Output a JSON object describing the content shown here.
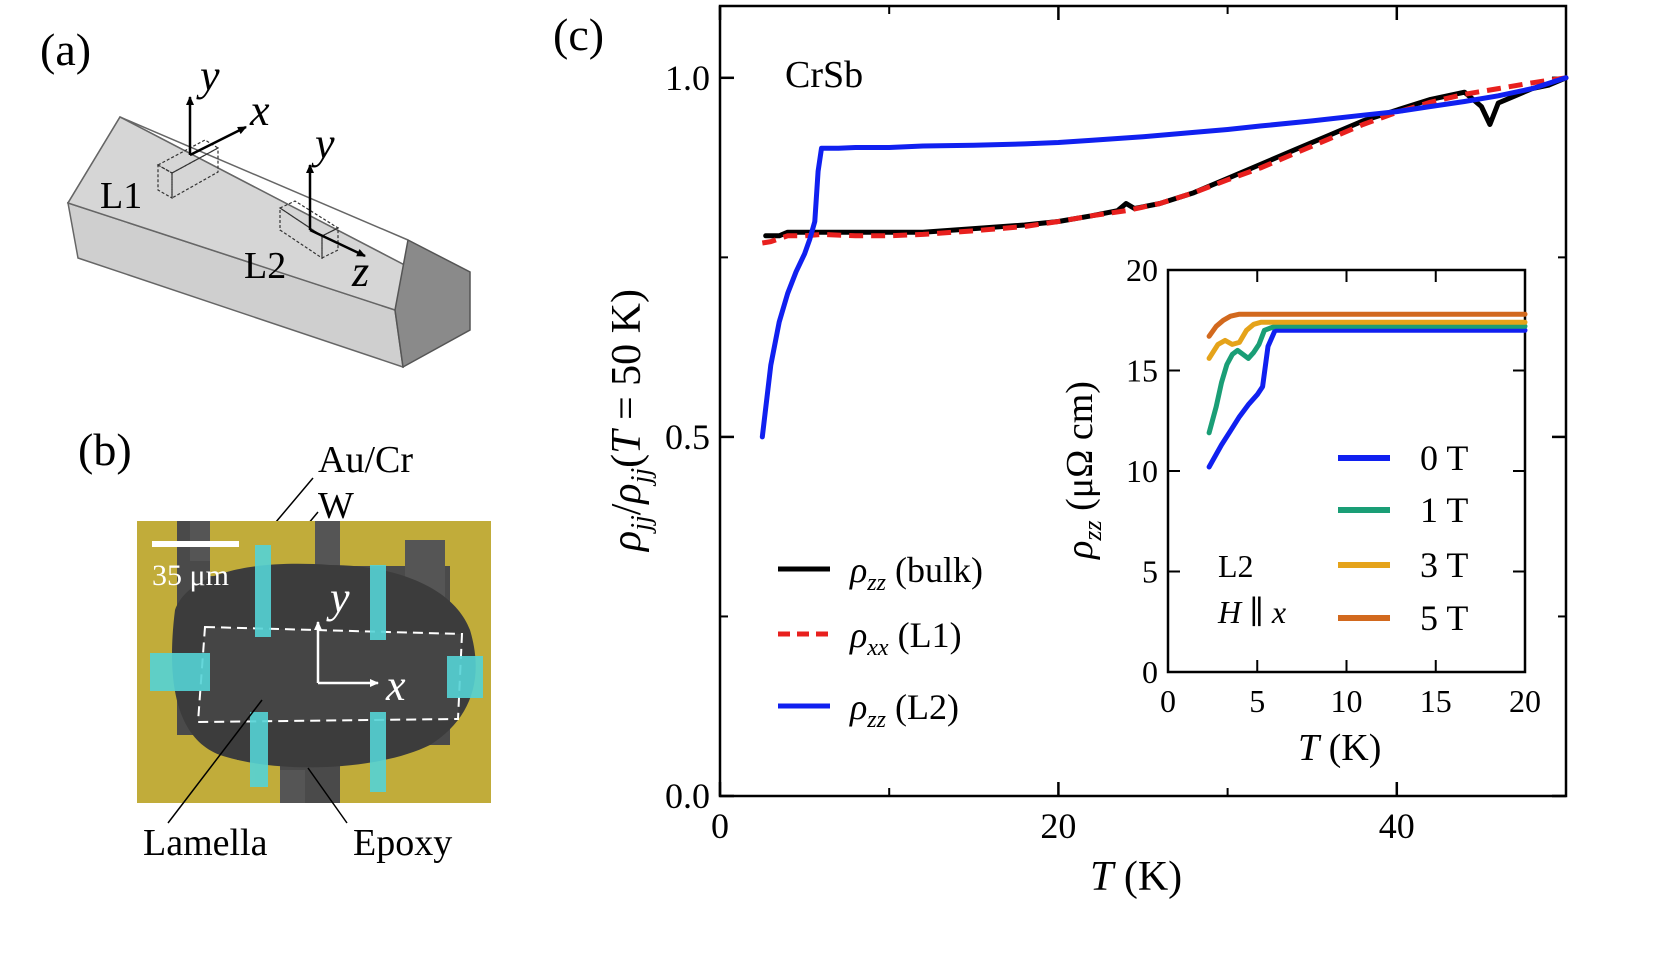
{
  "panels": {
    "a": {
      "label": "(a)",
      "axis_labels": {
        "x": "x",
        "y": "y",
        "z": "z"
      },
      "sample_labels": [
        "L1",
        "L2"
      ]
    },
    "b": {
      "label": "(b)",
      "annotations": [
        "Au/Cr",
        "W",
        "Lamella",
        "Epoxy"
      ],
      "scale_bar": "35 μm",
      "axis_labels": {
        "x": "x",
        "y": "y"
      },
      "colors": {
        "gold": "#c8b23a",
        "tungsten": "#55d3d6",
        "background": "#4a4a4a"
      }
    },
    "c": {
      "label": "(c)",
      "material": "CrSb"
    }
  },
  "chart_data": [
    {
      "type": "line",
      "title": "CrSb",
      "xlabel": "T (K)",
      "ylabel": "ρjj/ρjj(T = 50 K)",
      "xlim": [
        0,
        50
      ],
      "ylim": [
        0,
        1.1
      ],
      "x_ticks": [
        "0",
        "20",
        "40"
      ],
      "y_ticks": [
        "0.0",
        "0.5",
        "1.0"
      ],
      "legend_position": "bottom-left",
      "series": [
        {
          "name": "ρzz (bulk)",
          "color": "#000000",
          "style": "solid",
          "x": [
            2.7,
            3.5,
            4,
            5,
            6,
            8,
            10,
            12,
            15,
            18,
            20,
            22,
            23.5,
            24,
            24.5,
            26,
            28,
            30,
            32,
            34,
            36,
            38,
            40,
            42,
            43,
            44,
            45,
            45.5,
            46,
            47,
            48,
            49,
            50
          ],
          "y": [
            0.78,
            0.78,
            0.785,
            0.785,
            0.785,
            0.785,
            0.785,
            0.785,
            0.79,
            0.795,
            0.8,
            0.808,
            0.815,
            0.825,
            0.818,
            0.825,
            0.84,
            0.86,
            0.88,
            0.9,
            0.92,
            0.94,
            0.955,
            0.97,
            0.975,
            0.98,
            0.96,
            0.935,
            0.965,
            0.975,
            0.985,
            0.99,
            1.0
          ]
        },
        {
          "name": "ρxx (L1)",
          "color": "#e8201e",
          "style": "dashed",
          "x": [
            2.5,
            3,
            3.5,
            4,
            5,
            6,
            8,
            10,
            12,
            15,
            18,
            20,
            22,
            24,
            26,
            28,
            30,
            32,
            34,
            36,
            38,
            40,
            42,
            44,
            46,
            48,
            50
          ],
          "y": [
            0.77,
            0.772,
            0.776,
            0.78,
            0.78,
            0.782,
            0.78,
            0.78,
            0.782,
            0.787,
            0.793,
            0.8,
            0.808,
            0.815,
            0.825,
            0.84,
            0.858,
            0.875,
            0.895,
            0.915,
            0.935,
            0.952,
            0.966,
            0.977,
            0.985,
            0.993,
            1.0
          ]
        },
        {
          "name": "ρzz (L2)",
          "color": "#1020f0",
          "style": "solid",
          "x": [
            2.5,
            3,
            3.5,
            4,
            4.5,
            5,
            5.3,
            5.6,
            5.8,
            6,
            7,
            8,
            10,
            12,
            15,
            18,
            20,
            22,
            25,
            28,
            30,
            32,
            35,
            38,
            40,
            42,
            44,
            46,
            48,
            50
          ],
          "y": [
            0.5,
            0.6,
            0.66,
            0.7,
            0.73,
            0.755,
            0.775,
            0.8,
            0.87,
            0.902,
            0.902,
            0.903,
            0.903,
            0.905,
            0.906,
            0.908,
            0.91,
            0.913,
            0.918,
            0.924,
            0.928,
            0.933,
            0.94,
            0.948,
            0.953,
            0.96,
            0.967,
            0.975,
            0.985,
            1.0
          ]
        }
      ]
    },
    {
      "type": "line",
      "title": "",
      "xlabel": "T (K)",
      "ylabel": "ρzz (μΩ cm)",
      "xlim": [
        0,
        20
      ],
      "ylim": [
        0,
        20
      ],
      "x_ticks": [
        "0",
        "5",
        "10",
        "15",
        "20"
      ],
      "y_ticks": [
        "0",
        "5",
        "10",
        "15",
        "20"
      ],
      "annotation": [
        "L2",
        "H ∥ x"
      ],
      "legend_position": "right",
      "series": [
        {
          "name": "0 T",
          "color": "#1020f0",
          "x": [
            2.3,
            3,
            3.5,
            4,
            4.5,
            5,
            5.3,
            5.6,
            6,
            8,
            10,
            12,
            15,
            18,
            20
          ],
          "y": [
            10.2,
            11.3,
            12,
            12.7,
            13.3,
            13.8,
            14.2,
            16.2,
            17.0,
            17.0,
            17.0,
            17.0,
            17.0,
            17.0,
            17.0
          ]
        },
        {
          "name": "1 T",
          "color": "#1a9e76",
          "x": [
            2.3,
            2.7,
            3,
            3.3,
            3.6,
            3.9,
            4.2,
            4.5,
            4.8,
            5.1,
            5.4,
            6,
            8,
            10,
            12,
            15,
            18,
            20
          ],
          "y": [
            11.9,
            13.2,
            14.4,
            15.3,
            15.8,
            16.0,
            15.8,
            15.6,
            15.9,
            16.3,
            17.0,
            17.2,
            17.2,
            17.2,
            17.2,
            17.2,
            17.2,
            17.2
          ]
        },
        {
          "name": "3 T",
          "color": "#e5a31a",
          "x": [
            2.3,
            2.8,
            3.2,
            3.6,
            4,
            4.4,
            4.8,
            5.2,
            6,
            8,
            10,
            12,
            15,
            18,
            20
          ],
          "y": [
            15.6,
            16.3,
            16.5,
            16.3,
            16.4,
            17.0,
            17.3,
            17.4,
            17.4,
            17.4,
            17.4,
            17.4,
            17.4,
            17.4,
            17.4
          ]
        },
        {
          "name": "5 T",
          "color": "#d2691e",
          "x": [
            2.3,
            2.7,
            3.1,
            3.5,
            4,
            5,
            6,
            8,
            10,
            12,
            15,
            18,
            20
          ],
          "y": [
            16.7,
            17.2,
            17.5,
            17.7,
            17.8,
            17.8,
            17.8,
            17.8,
            17.8,
            17.8,
            17.8,
            17.8,
            17.8
          ]
        }
      ]
    }
  ]
}
